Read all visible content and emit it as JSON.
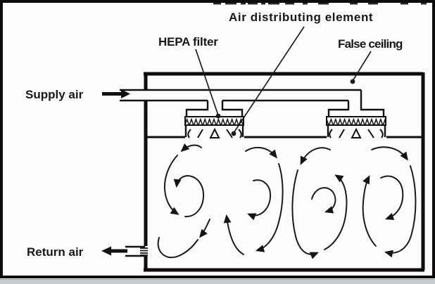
{
  "figure": {
    "type": "technical-line-diagram",
    "subject": "Cleanroom air distribution through HEPA filters in a false ceiling",
    "labels": {
      "air_distributing_element": "Air distributing element",
      "hepa_filter": "HEPA filter",
      "false_ceiling": "False ceiling",
      "supply_air": "Supply air",
      "return_air": "Return air"
    },
    "colors": {
      "ink": "#181818",
      "background": "#fcfcfc",
      "bottom_band": "#c6ccd1"
    },
    "components": {
      "filter_units": 2,
      "airflow_vortices": 4,
      "leader_dots": 3,
      "supply_arrow_direction": "right",
      "return_arrow_direction": "left"
    },
    "top_edge_cropped_text": true
  }
}
